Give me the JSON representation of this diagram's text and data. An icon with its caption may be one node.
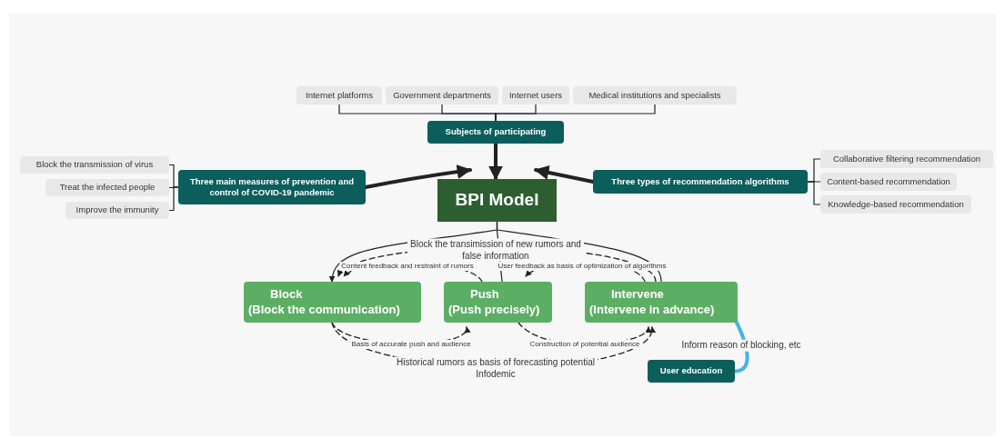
{
  "diagram": {
    "nodes": [
      {
        "text": [
          "Internet platforms"
        ]
      },
      {
        "text": [
          "Government departments"
        ]
      },
      {
        "text": [
          "Internet users"
        ]
      },
      {
        "text": [
          "Medical institutions and specialists"
        ]
      },
      {
        "text": [
          "Subjects of participating"
        ]
      },
      {
        "text": [
          "Block the transmission of virus"
        ]
      },
      {
        "text": [
          "Treat the infected people"
        ]
      },
      {
        "text": [
          "Improve the immunity"
        ]
      },
      {
        "text": [
          "Three main measures of prevention and control of COVID-19 pandemic"
        ]
      },
      {
        "text": [
          "BPI Model"
        ]
      },
      {
        "text": [
          "Three types of recommendation algorithms"
        ]
      },
      {
        "text": [
          "Collaborative filtering recommendation"
        ]
      },
      {
        "text": [
          "Content-based recommendation"
        ]
      },
      {
        "text": [
          "Knowledge-based recommendation"
        ]
      },
      {
        "text": [
          "Block",
          "(Block the communication)"
        ]
      },
      {
        "text": [
          "Push",
          "(Push precisely)"
        ]
      },
      {
        "text": [
          "Intervene",
          "(Intervene in advance)"
        ]
      },
      {
        "text": [
          "User education"
        ]
      }
    ],
    "edges": [
      {
        "from": 0,
        "to": 4,
        "arrow": "none"
      },
      {
        "from": 1,
        "to": 4,
        "arrow": "none"
      },
      {
        "from": 2,
        "to": 4,
        "arrow": "none"
      },
      {
        "from": 3,
        "to": 4,
        "arrow": "none"
      },
      {
        "from": 4,
        "to": 9,
        "arrow": "to",
        "style": "thick"
      },
      {
        "from": 5,
        "to": 8,
        "arrow": "none"
      },
      {
        "from": 6,
        "to": 8,
        "arrow": "none"
      },
      {
        "from": 7,
        "to": 8,
        "arrow": "none"
      },
      {
        "from": 8,
        "to": 9,
        "arrow": "to",
        "style": "thick"
      },
      {
        "from": 10,
        "to": 9,
        "arrow": "to",
        "style": "thick"
      },
      {
        "from": 10,
        "to": 11,
        "arrow": "none"
      },
      {
        "from": 10,
        "to": 12,
        "arrow": "none"
      },
      {
        "from": 10,
        "to": 13,
        "arrow": "none"
      },
      {
        "from": 9,
        "to": 14,
        "arrow": "to"
      },
      {
        "from": 9,
        "to": 15,
        "arrow": "none"
      },
      {
        "from": 9,
        "to": 16,
        "arrow": "none"
      },
      {
        "from": 16,
        "to": 14,
        "arrow": "to",
        "style": "dashed",
        "label": "Block the transimission of new rumors and false information"
      },
      {
        "from": 15,
        "to": 14,
        "arrow": "to",
        "style": "dashed",
        "label": "Content feedback and restraint of rumors"
      },
      {
        "from": 16,
        "to": 15,
        "arrow": "to",
        "style": "dashed",
        "label": "User feedback as basis of optimization of algorithms"
      },
      {
        "from": 14,
        "to": 15,
        "arrow": "to",
        "style": "dashed",
        "label": "Basis of accurate push and audience"
      },
      {
        "from": 15,
        "to": 16,
        "arrow": "to",
        "style": "dashed",
        "label": "Construction of potential audience"
      },
      {
        "from": 14,
        "to": 16,
        "arrow": "to",
        "style": "dashed",
        "label": "Historical rumors as basis of forecasting potential Infodemic"
      },
      {
        "from": 16,
        "to": 17,
        "arrow": "none",
        "style": "thick",
        "color": "#45b3e8",
        "label": "Inform reason of blocking, etc"
      }
    ]
  }
}
